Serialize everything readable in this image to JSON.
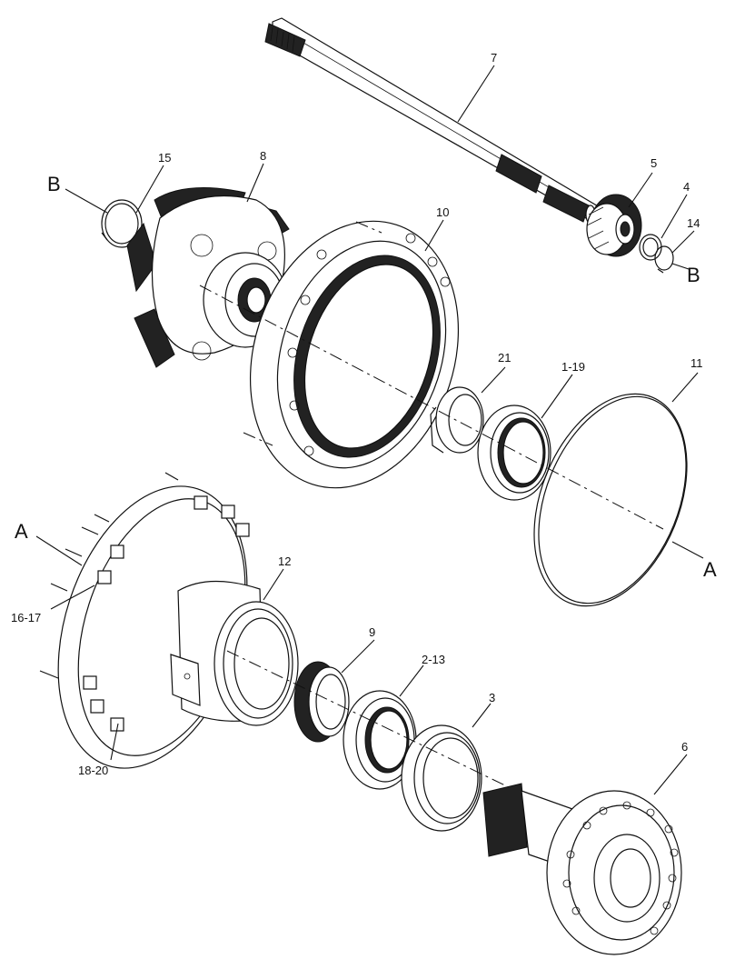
{
  "labels": {
    "p1_19": "1-19",
    "p2_13": "2-13",
    "p3": "3",
    "p4": "4",
    "p5": "5",
    "p6": "6",
    "p7": "7",
    "p8": "8",
    "p9": "9",
    "p10": "10",
    "p11": "11",
    "p12": "12",
    "p14": "14",
    "p15": "15",
    "p16_17": "16-17",
    "p18_20": "18-20",
    "p21": "21"
  },
  "refs": {
    "a_left": "A",
    "a_right": "A",
    "b_left": "B",
    "b_right": "B"
  }
}
